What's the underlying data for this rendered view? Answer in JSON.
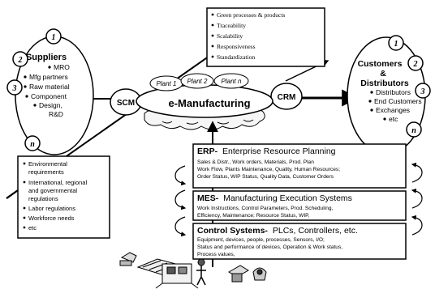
{
  "suppliers": {
    "title": "Suppliers",
    "items": [
      "MRO",
      "Mfg partners",
      "Raw material",
      "Component",
      "Design,",
      "R&D"
    ],
    "badges": [
      "1",
      "2",
      "3",
      "n"
    ]
  },
  "customers": {
    "title_line1": "Customers",
    "title_line2": "&",
    "title_line3": "Distributors",
    "items": [
      "Distributors",
      "End Customers",
      "Exchanges",
      "etc"
    ],
    "badges": [
      "1",
      "2",
      "3",
      "n"
    ]
  },
  "center": {
    "scm": "SCM",
    "crm": "CRM",
    "title": "e-Manufacturing",
    "plants": [
      "Plant 1",
      "Plant 2",
      "Plant n"
    ]
  },
  "top_box": {
    "items": [
      "Green processes & products",
      "Traceability",
      "Scalability",
      "Responsiveness",
      "Standardization"
    ]
  },
  "left_box": {
    "lines": [
      "Environmental",
      "requirements",
      "International, regional",
      "and governmental",
      "regulations",
      "Labor regulations",
      "Workforce needs",
      "etc"
    ]
  },
  "erp": {
    "acronym": "ERP-",
    "name": "Enterprise Resource Planning",
    "lines": [
      "Sales & Distr., Work orders, Materials, Prod. Plan",
      "Work Flow, Plants Maintenance, Quality, Human Resources;",
      "Order Status, WIP Status, Quality Data, Customer Orders"
    ]
  },
  "mes": {
    "acronym": "MES-",
    "name": "Manufacturing Execution Systems",
    "lines": [
      "Work Instructions, Control Parameters, Prod. Scheduling,",
      "Efficiency, Maintenance; Resource Status, WIP,"
    ]
  },
  "control": {
    "acronym": "Control Systems-",
    "name": "PLCs, Controllers, etc.",
    "lines": [
      "Equipment, devices, people, processes, Sensors, I/O;",
      "Status and performance of devices, Operation & Work status,",
      "Process values,"
    ]
  }
}
